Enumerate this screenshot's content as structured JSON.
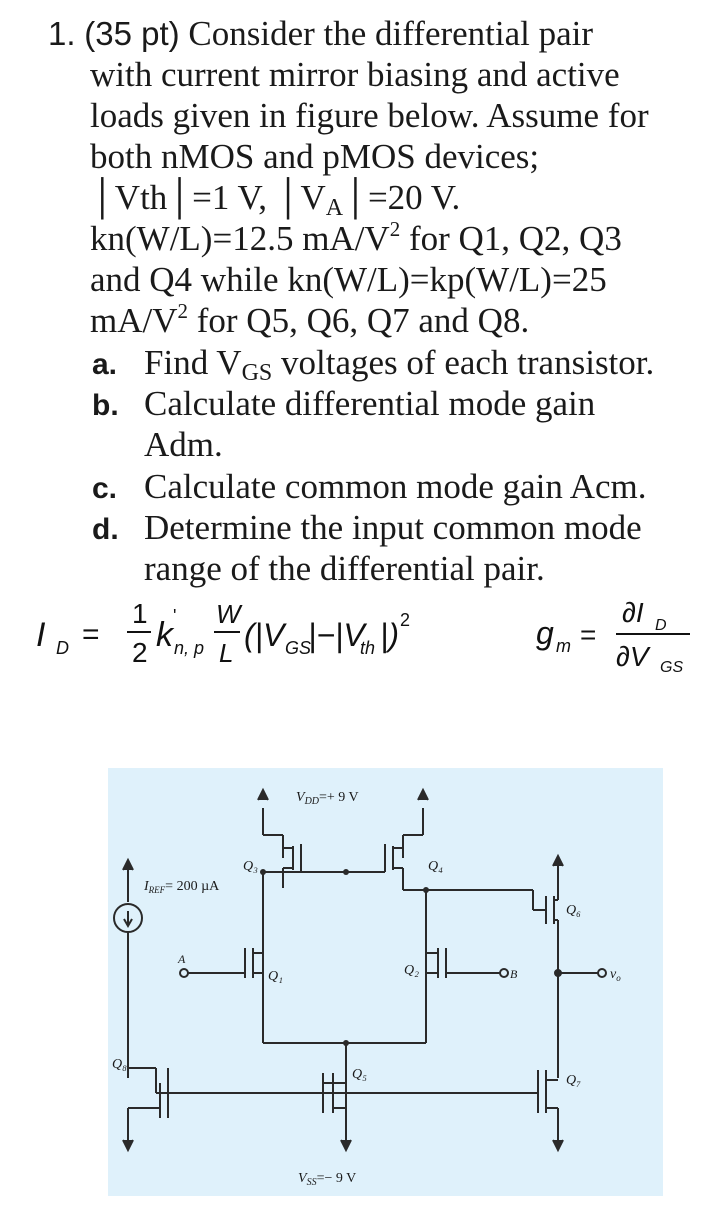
{
  "problem": {
    "number": "1.",
    "points": "(35 pt)",
    "intro_line1": "Consider the differential pair",
    "intro_line2": "with current mirror biasing and active",
    "intro_line3": "loads given in figure below. Assume for",
    "intro_line4": "both nMOS and pMOS devices;",
    "param_vth": "│Vth│=1 V,",
    "param_va_prefix": "│V",
    "param_va_sub": "A",
    "param_va_suffix": "│=20 V.",
    "kn_line1": "kn(W/L)=12.5 mA/V",
    "kn_line1_sup": "2",
    "kn_line1_end": " for Q1, Q2, Q3",
    "kn_line2": "and Q4 while  kn(W/L)=kp(W/L)=25",
    "kn_line3": "mA/V",
    "kn_line3_sup": "2",
    "kn_line3_end": " for Q5, Q6, Q7 and Q8."
  },
  "parts": [
    {
      "label": "a.",
      "text_pre": "Find V",
      "text_sub": "GS",
      "text_post": " voltages of each transistor."
    },
    {
      "label": "b.",
      "text": "Calculate differential mode gain",
      "text2": "Adm."
    },
    {
      "label": "c.",
      "text": "Calculate common mode gain Acm."
    },
    {
      "label": "d.",
      "text": "Determine the input common mode",
      "text2": "range of the differential pair."
    }
  ],
  "formulas": {
    "id_lhs": "I",
    "id_lhs_sub": "D",
    "eq": "=",
    "half_num": "1",
    "half_den": "2",
    "k": "k",
    "k_sub": "n, p",
    "k_prime": "'",
    "w": "W",
    "l": "L",
    "paren_body": "(|V",
    "vgs_sub": "GS",
    "minus_vth": "|−|V",
    "vth_sub": "th",
    "close": "|)",
    "square": "2",
    "gm": "g",
    "gm_sub": "m",
    "partial_num": "∂I",
    "partial_num_sub": "D",
    "partial_den": "∂V",
    "partial_den_sub": "GS"
  },
  "circuit": {
    "vdd_label": "V",
    "vdd_sub": "DD",
    "vdd_value": "=+  9 V",
    "vss_label": "V",
    "vss_sub": "SS",
    "vss_value": "=−  9 V",
    "iref_label": "I",
    "iref_sub": "REF",
    "iref_value": "= 200 µA",
    "node_a": "A",
    "node_b": "B",
    "out_label": "v",
    "out_sub": "o",
    "q1": "Q₁",
    "q2": "Q₂",
    "q3": "Q₃",
    "q4": "Q₄",
    "q5": "Q₅",
    "q6": "Q₆",
    "q7": "Q₇",
    "q8": "Q₈"
  }
}
